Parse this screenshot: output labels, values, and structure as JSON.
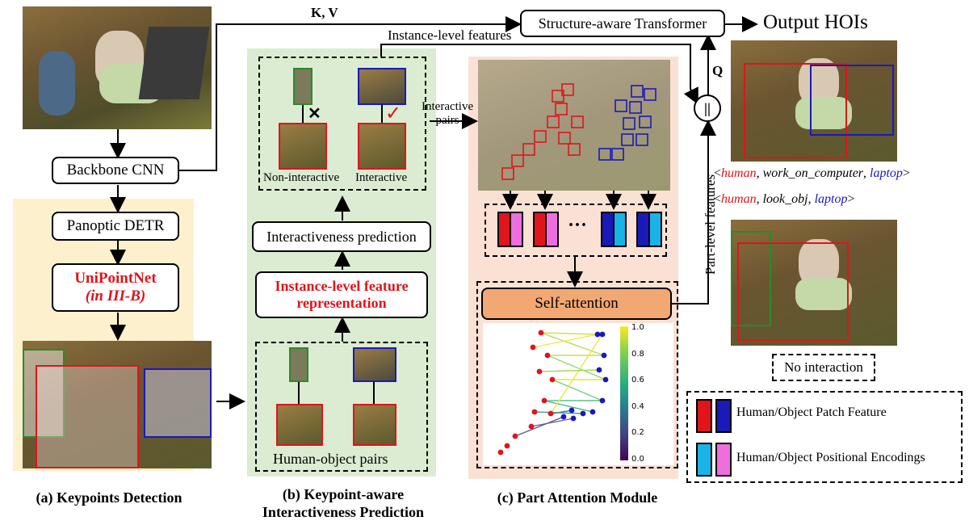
{
  "colors": {
    "human": "#e0141b",
    "object": "#1a1ab8",
    "panel_a": "#fdf0cc",
    "panel_b": "#dcecd2",
    "panel_c": "#fbe1d3",
    "self_attention": "#f2a872",
    "cyan": "#18b4e8",
    "magenta": "#ee6ee0"
  },
  "top": {
    "kv_label": "K, V",
    "instance_features_label": "Instance-level features",
    "transformer_label": "Structure-aware Transformer",
    "output_label": "Output HOIs",
    "q_label": "Q",
    "concat_symbol": "||",
    "part_features_label": "Part-level features"
  },
  "panel_a": {
    "backbone": "Backbone CNN",
    "panoptic": "Panoptic DETR",
    "unipoint_title": "UniPointNet",
    "unipoint_ref": "(in III-B)",
    "caption": "(a) Keypoints Detection"
  },
  "panel_b": {
    "non_interactive": "Non-interactive",
    "interactive": "Interactive",
    "cross_mark": "✕",
    "check_mark": "✓",
    "interactiveness_prediction": "Interactiveness prediction",
    "instance_repr_line1": "Instance-level feature",
    "instance_repr_line2": "representation",
    "pairs_label": "Human-object pairs",
    "caption_line1": "(b) Keypoint-aware",
    "caption_line2": "Interactiveness Prediction"
  },
  "panel_c": {
    "interactive_pairs_line1": "Interactive",
    "interactive_pairs_line2": "pairs",
    "ellipsis": "···",
    "self_attention": "Self-attention",
    "colorbar_ticks": [
      "1.0",
      "0.8",
      "0.6",
      "0.4",
      "0.2",
      "0.0"
    ],
    "caption": "(c) Part Attention Module"
  },
  "output": {
    "hoi1": {
      "open": "<",
      "subject": "human",
      "sep1": ", ",
      "verb": "work_on_computer",
      "sep2": ", ",
      "object": "laptop",
      "close": ">"
    },
    "hoi2": {
      "open": "<",
      "subject": "human",
      "sep1": ", ",
      "verb": "look_obj",
      "sep2": ", ",
      "object": "laptop",
      "close": ">"
    },
    "no_interaction": "No interaction"
  },
  "legend": {
    "patch_feature": "Human/Object Patch Feature",
    "positional_encodings": "Human/Object Positional Encodings"
  }
}
